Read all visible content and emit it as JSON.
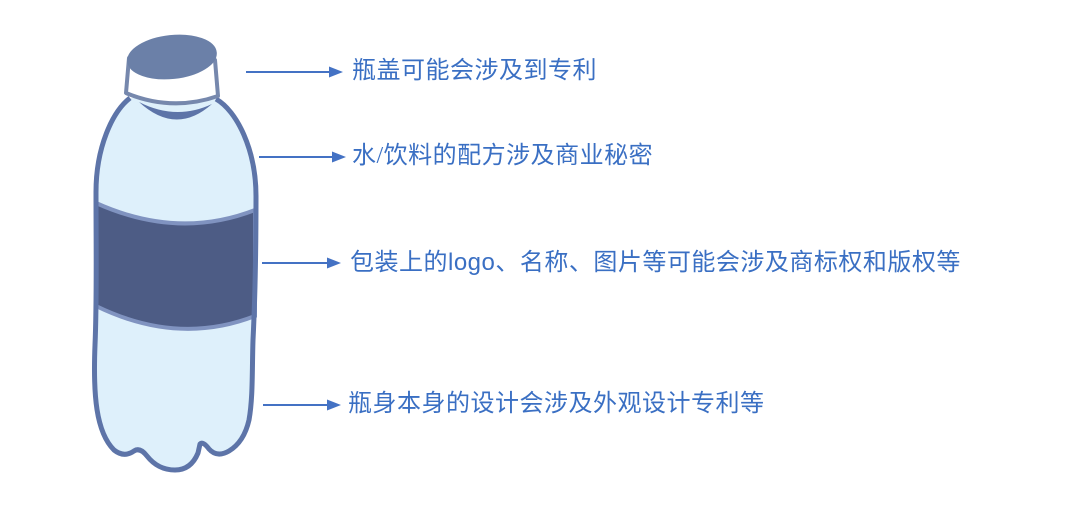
{
  "colors": {
    "text_color": "#3a6fc3",
    "arrow_color": "#4472c4",
    "bottle_outline": "#5d74a8",
    "bottle_fill": "#def0fb",
    "band_fill": "#4d5c85",
    "band_edge": "#8093c0",
    "cap_top_fill": "#6b80a8",
    "cap_side_fill": "#ffffff",
    "cap_outline": "#7688ad"
  },
  "annotations": [
    {
      "target": "bottle-cap",
      "label": "瓶盖可能会涉及到专利"
    },
    {
      "target": "bottle-contents",
      "label": "水/饮料的配方涉及商业秘密"
    },
    {
      "target": "label-band",
      "label": "包装上的logo、名称、图片等可能会涉及商标权和版权等"
    },
    {
      "target": "bottle-body",
      "label": "瓶身本身的设计会涉及外观设计专利等"
    }
  ]
}
